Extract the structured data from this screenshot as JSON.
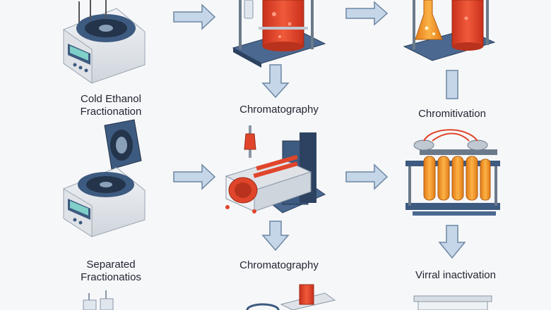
{
  "labels": {
    "cold_ethanol_line1": "Cold Ethanol",
    "cold_ethanol_line2": "Fractionation",
    "chromatography_1": "Chromatography",
    "chromitivation": "Chromitivation",
    "separated_line1": "Separated",
    "separated_line2": "Fractionatios",
    "chromatography_2": "Chromatography",
    "viral_inactivation": "Virral inactivation"
  },
  "icons": {
    "centrifuge_top": "centrifuge-icon",
    "column_reactor": "chromatography-column-icon",
    "flasks_stand": "flasks-icon",
    "centrifuge_open": "centrifuge-open-icon",
    "press_machine": "chromatography-press-icon",
    "inactivation_rack": "viral-inactivation-rack-icon"
  },
  "colors": {
    "background": "#f6f7f9",
    "arrow_fill": "#c5d6e8",
    "arrow_stroke": "#6b86a3",
    "machine_body": "#e8ebef",
    "machine_blue": "#3d5a80",
    "fluid_red": "#e0452b",
    "fluid_orange": "#f39a2b"
  }
}
